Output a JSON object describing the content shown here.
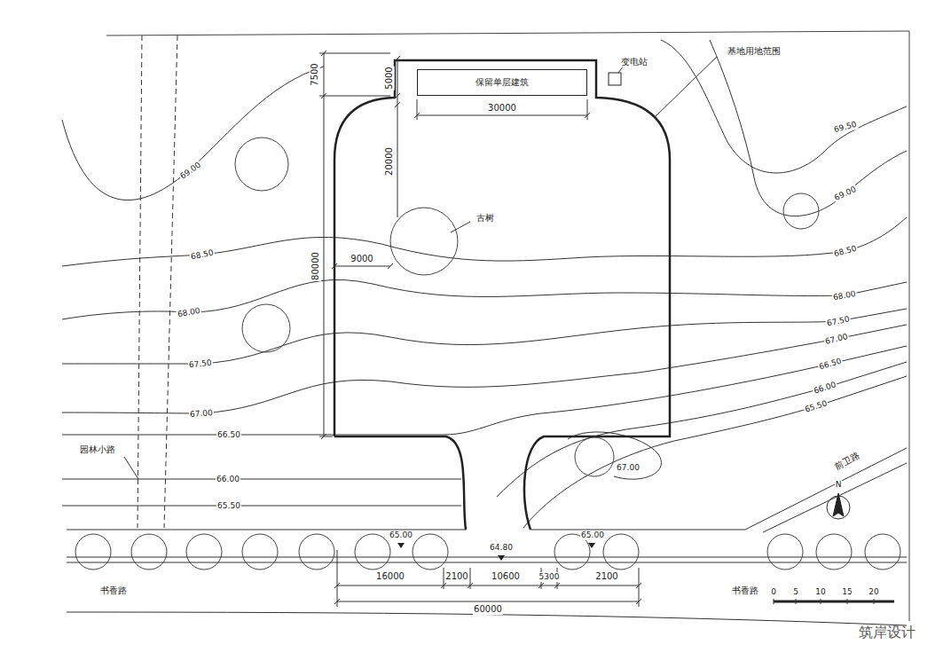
{
  "diagram": {
    "nodes": [
      {
        "text": [
          "保留单层建筑"
        ]
      }
    ],
    "labels": [
      "变电站",
      "基地用地范围",
      "7500",
      "5000",
      "30000",
      "20000",
      "古树",
      "9000",
      "80000",
      "69.00",
      "68.50",
      "68.00",
      "67.50",
      "67.00",
      "66.50",
      "66.00",
      "65.50",
      "69.50",
      "69.00",
      "68.50",
      "68.00",
      "67.50",
      "67.00",
      "66.50",
      "66.00",
      "65.50",
      "67.00",
      "园林小路",
      "65.00",
      "64.80",
      "65.00",
      "书香路",
      "书香路",
      "前卫路",
      "16000",
      "2100",
      "10600",
      "5300",
      "2100",
      "60000",
      "N",
      "0",
      "5",
      "10",
      "15",
      "20",
      "筑岸设计"
    ]
  }
}
